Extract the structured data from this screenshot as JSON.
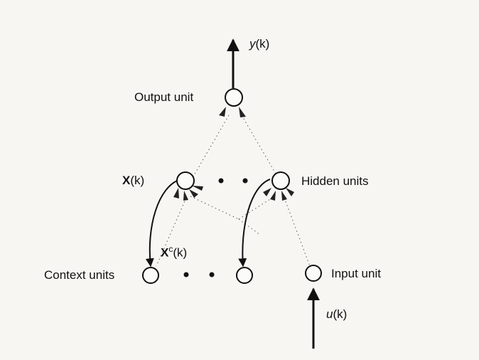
{
  "diagram": {
    "output_signal": {
      "symbol": "y",
      "arg": "(k)"
    },
    "output_unit_label": "Output unit",
    "state_label": {
      "symbol": "X",
      "arg": "(k)"
    },
    "hidden_units_label": "Hidden units",
    "context_state_label": {
      "symbol": "X",
      "sup": "c",
      "arg": "(k)"
    },
    "context_units_label": "Context units",
    "input_unit_label": "Input unit",
    "input_signal": {
      "symbol": "u",
      "arg": "(k)"
    }
  }
}
